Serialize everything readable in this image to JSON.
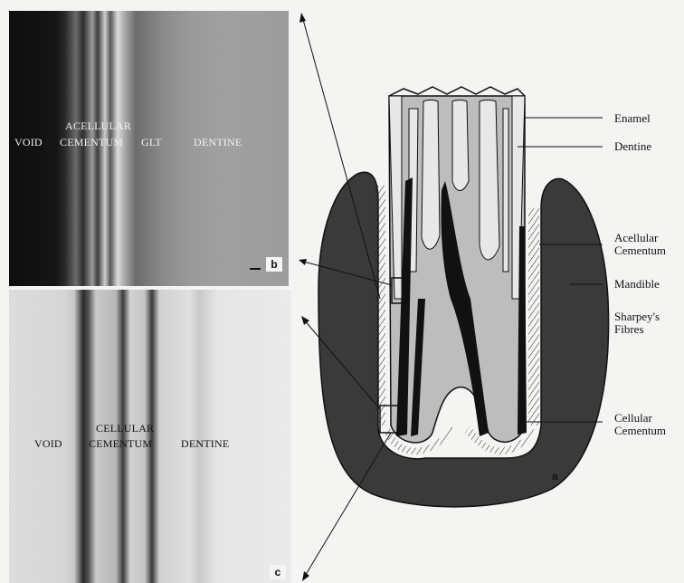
{
  "panel_b": {
    "labels": {
      "void": "VOID",
      "acellular_line1": "ACELLULAR",
      "acellular_line2": "CEMENTUM",
      "glt": "GLT",
      "dentine": "DENTINE"
    },
    "letter": "b"
  },
  "panel_c": {
    "labels": {
      "void": "VOID",
      "cellular_line1": "CELLULAR",
      "cellular_line2": "CEMENTUM",
      "dentine": "DENTINE"
    },
    "letter": "c"
  },
  "diagram": {
    "letter": "a",
    "callouts": {
      "enamel": "Enamel",
      "dentine": "Dentine",
      "acellular_line1": "Acellular",
      "acellular_line2": "Cementum",
      "mandible": "Mandible",
      "sharpeys_line1": "Sharpey's",
      "sharpeys_line2": "Fibres",
      "cellular_line1": "Cellular",
      "cellular_line2": "Cementum"
    },
    "colors": {
      "mandible": "#3a3a3a",
      "dentine": "#bdbdbd",
      "enamel": "#e8e8e8",
      "cementum": "#111111"
    }
  }
}
